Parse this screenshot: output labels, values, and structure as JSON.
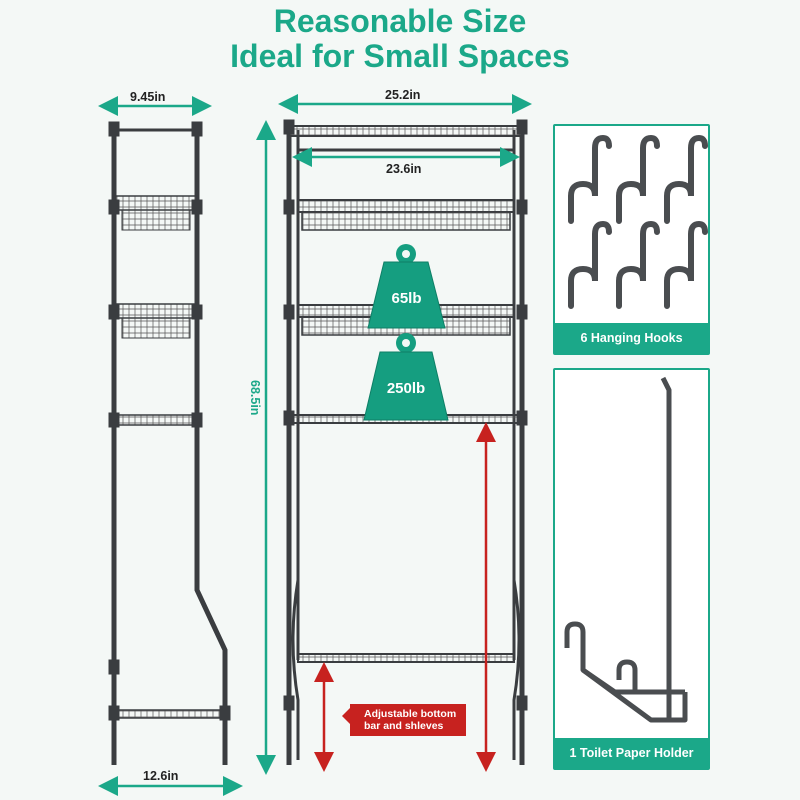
{
  "title": {
    "line1": "Reasonable Size",
    "line2": "Ideal for Small Spaces"
  },
  "dimensions": {
    "depth_top": "9.45in",
    "depth_bottom": "12.6in",
    "width_outer": "25.2in",
    "width_inner": "23.6in",
    "height": "68.5in"
  },
  "weights": {
    "upper_shelf": "65lb",
    "lower_shelf": "250lb"
  },
  "callout": {
    "line1": "Adjustable bottom",
    "line2": "bar and shleves"
  },
  "accessories": {
    "hooks_label": "6 Hanging Hooks",
    "holder_label": "1 Toilet Paper Holder"
  },
  "colors": {
    "accent": "#1ba889",
    "weight_fill": "#159e80",
    "callout_red": "#c7221f",
    "rack_metal": "#3a3d40"
  },
  "icons": {
    "weight": "kettlebell-weight-icon",
    "hook": "s-hook-icon",
    "holder": "toilet-paper-holder-icon"
  }
}
